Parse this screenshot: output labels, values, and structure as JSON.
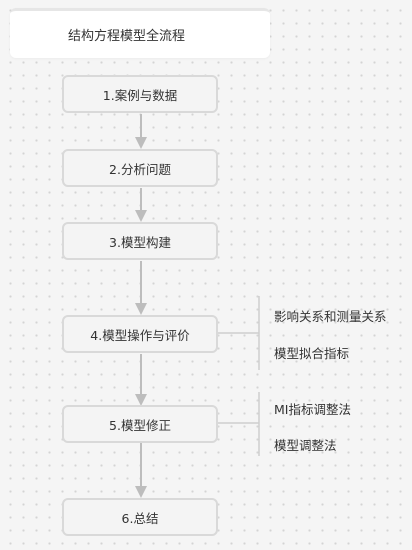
{
  "title": "结构方程模型全流程",
  "steps": [
    {
      "label": "1.案例与数据"
    },
    {
      "label": "2.分析问题"
    },
    {
      "label": "3.模型构建"
    },
    {
      "label": "4.模型操作与评价"
    },
    {
      "label": "5.模型修正"
    },
    {
      "label": "6.总结"
    }
  ],
  "branches": {
    "step4": [
      "影响关系和测量关系",
      "模型拟合指标"
    ],
    "step5": [
      "MI指标调整法",
      "模型调整法"
    ]
  },
  "colors": {
    "connector": "#bdbdbd",
    "node_border": "#d9d9d9",
    "node_fill": "#f4f4f4",
    "branch_line": "#cfcfcf"
  }
}
